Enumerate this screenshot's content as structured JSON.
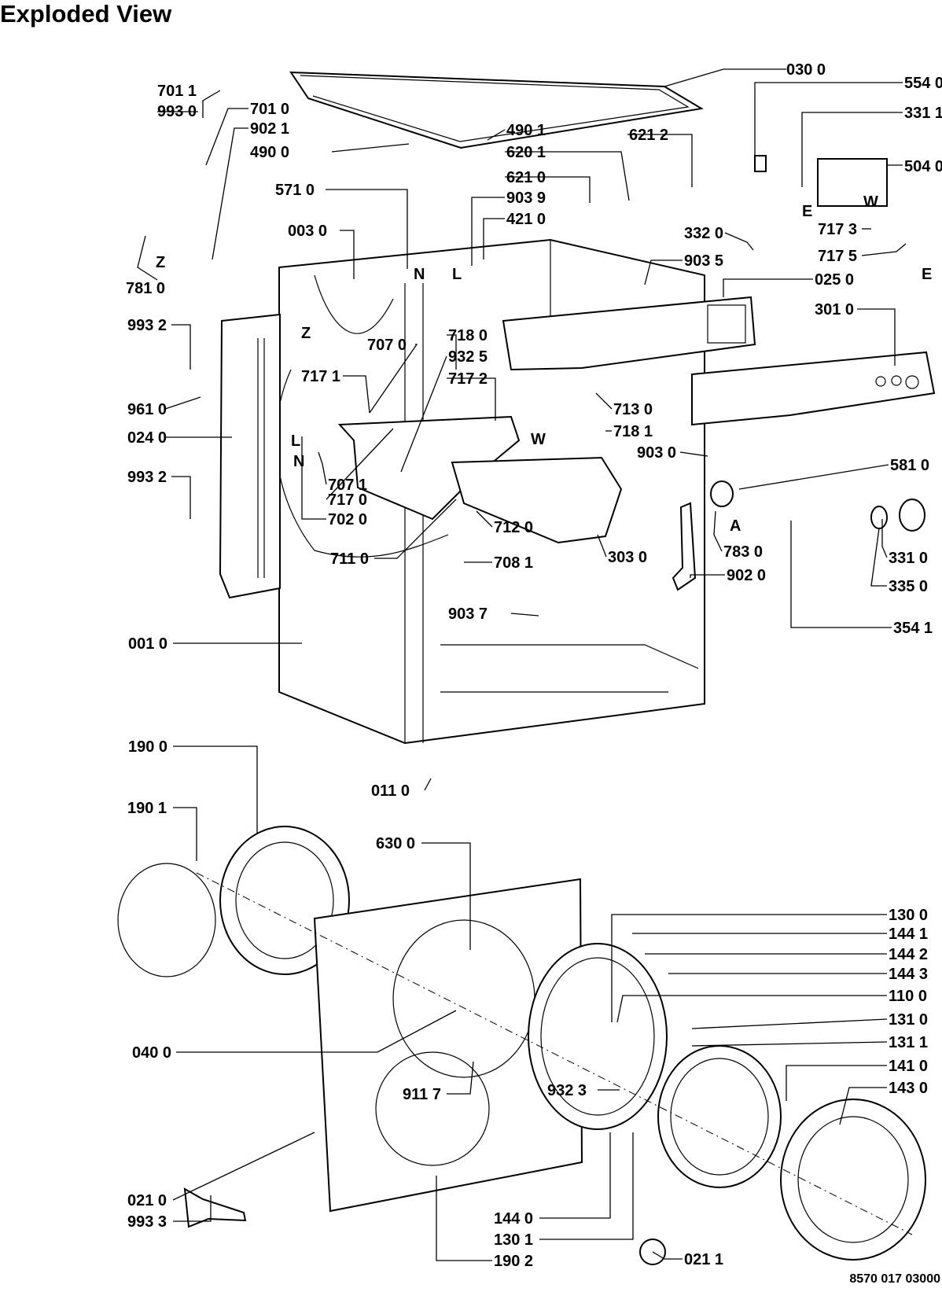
{
  "title": "Exploded View",
  "drawing_number": "8570 017 03000",
  "callouts": [
    "030 0",
    "554 0",
    "331 1",
    "504 0",
    "701 1",
    "993 0",
    "701 0",
    "902 1",
    "490 1",
    "620 1",
    "621 2",
    "490 0",
    "621 0",
    "903 9",
    "421 0",
    "571 0",
    "003 0",
    "332 0",
    "903 5",
    "717 3",
    "717 5",
    "025 0",
    "781 0",
    "993 2",
    "301 0",
    "718 0",
    "932 5",
    "707 0",
    "717 1",
    "717 2",
    "713 0",
    "718 1",
    "961 0",
    "024 0",
    "903 0",
    "993 2",
    "707 1",
    "717 0",
    "702 0",
    "581 0",
    "712 0",
    "303 0",
    "711 0",
    "708 1",
    "783 0",
    "902 0",
    "331 0",
    "335 0",
    "903 7",
    "354 1",
    "001 0",
    "190 0",
    "011 0",
    "190 1",
    "630 0",
    "130 0",
    "144 1",
    "144 2",
    "144 3",
    "110 0",
    "040 0",
    "131 0",
    "131 1",
    "141 0",
    "143 0",
    "932 3",
    "911 7",
    "021 0",
    "993 3",
    "144 0",
    "130 1",
    "021 1",
    "190 2"
  ],
  "markers": [
    "Z",
    "Z",
    "N",
    "L",
    "L",
    "N",
    "W",
    "W",
    "E",
    "E",
    "A"
  ]
}
